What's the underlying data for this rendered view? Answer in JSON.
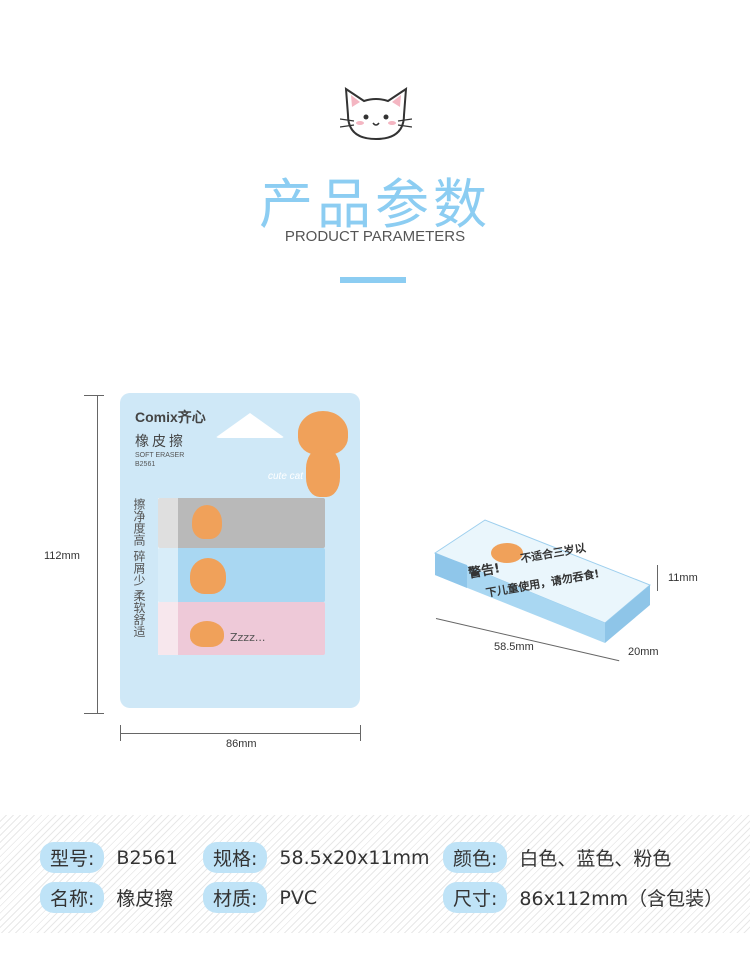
{
  "header": {
    "title": "产品参数",
    "subtitle": "PRODUCT PARAMETERS"
  },
  "package": {
    "brand": "Comix齐心",
    "name": "橡皮擦",
    "name_en": "SOFT ERASER",
    "code": "B2561",
    "tag": "cute cat",
    "features": "擦净度高 碎屑少 柔软舒适",
    "zzz": "Zzzz..."
  },
  "product": {
    "warning_title": "警告!",
    "warning_line1": "不适合三岁以",
    "warning_line2": "下儿童使用，请勿吞食!"
  },
  "dimensions": {
    "pack_height": "112mm",
    "pack_width": "86mm",
    "eraser_height": "11mm",
    "eraser_length": "58.5mm",
    "eraser_width": "20mm"
  },
  "specs": [
    {
      "label": "型号:",
      "value": "B2561"
    },
    {
      "label": "规格:",
      "value": "58.5x20x11mm"
    },
    {
      "label": "颜色:",
      "value": "白色、蓝色、粉色"
    },
    {
      "label": "名称:",
      "value": "橡皮擦"
    },
    {
      "label": "材质:",
      "value": "PVC"
    },
    {
      "label": "尺寸:",
      "value": "86x112mm（含包装）"
    }
  ],
  "colors": {
    "accent": "#8ccdf2",
    "pill": "#bfe3f7",
    "pack": "#cfe8f7"
  }
}
